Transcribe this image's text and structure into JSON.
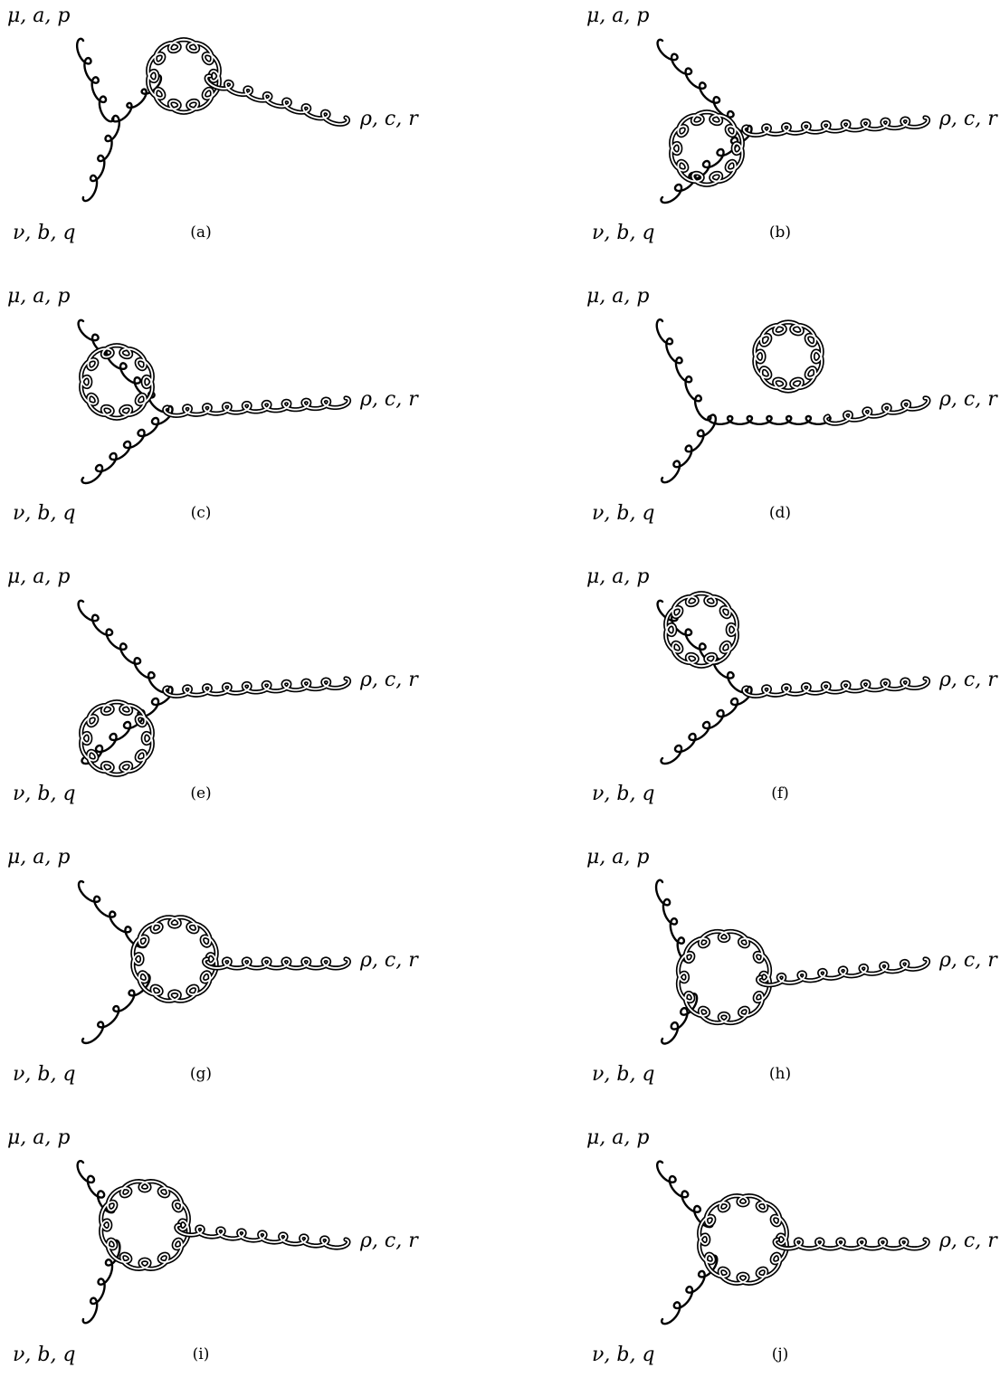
{
  "labels": {
    "mu": "μ, a, p",
    "nu": "ν, b, q",
    "rho": "ρ, c, r"
  },
  "panels": [
    {
      "id": "a",
      "caption": "(a)",
      "topology": "propagator-loop",
      "loop": [
        0.26,
        -0.24,
        0.13,
        0.06
      ]
    },
    {
      "id": "b",
      "caption": "(b)",
      "topology": "tadpole",
      "loop": [
        -0.08,
        0.12,
        0.13,
        0.02
      ]
    },
    {
      "id": "c",
      "caption": "(c)",
      "topology": "tadpole",
      "loop": [
        -0.12,
        -0.14,
        0.13,
        0.02
      ]
    },
    {
      "id": "d",
      "caption": "(d)",
      "topology": "propagator-tadpole",
      "loop": [
        0.22,
        -0.38,
        0.12,
        0.02
      ]
    },
    {
      "id": "e",
      "caption": "(e)",
      "topology": "tadpole",
      "loop": [
        -0.12,
        0.28,
        0.13,
        0.02
      ]
    },
    {
      "id": "f",
      "caption": "(f)",
      "topology": "tadpole",
      "loop": [
        -0.1,
        -0.32,
        0.13,
        0.02
      ]
    },
    {
      "id": "g",
      "caption": "(g)",
      "topology": "triangle",
      "loop": [
        0.06,
        0.0,
        0.16,
        0.0
      ]
    },
    {
      "id": "h",
      "caption": "(h)",
      "topology": "triangle",
      "loop": [
        -0.05,
        0.1,
        0.18,
        0.0
      ]
    },
    {
      "id": "i",
      "caption": "(i)",
      "topology": "triangle",
      "loop": [
        -0.05,
        -0.08,
        0.17,
        0.0
      ]
    },
    {
      "id": "j",
      "caption": "(j)",
      "topology": "triangle",
      "loop": [
        0.02,
        0.0,
        0.17,
        0.0
      ]
    }
  ]
}
